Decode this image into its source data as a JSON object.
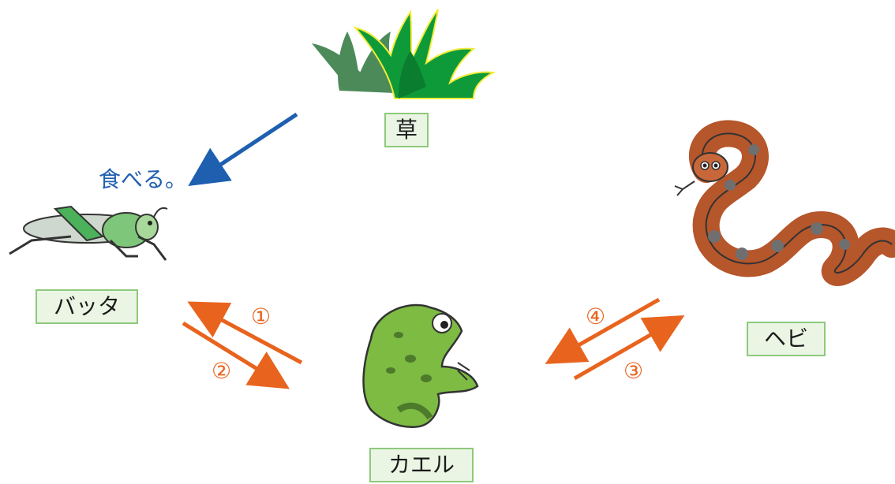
{
  "organisms": {
    "grass": "草",
    "grasshopper": "バッタ",
    "frog": "カエル",
    "snake": "ヘビ"
  },
  "eat_label": "食べる。",
  "arrow_numbers": {
    "n1": "①",
    "n2": "②",
    "n3": "③",
    "n4": "④"
  },
  "colors": {
    "eat_arrow": "#1f5fb0",
    "numbered_arrows": "#e8641e",
    "label_fill": "#eaf5e4",
    "label_border": "#8ec97c"
  }
}
